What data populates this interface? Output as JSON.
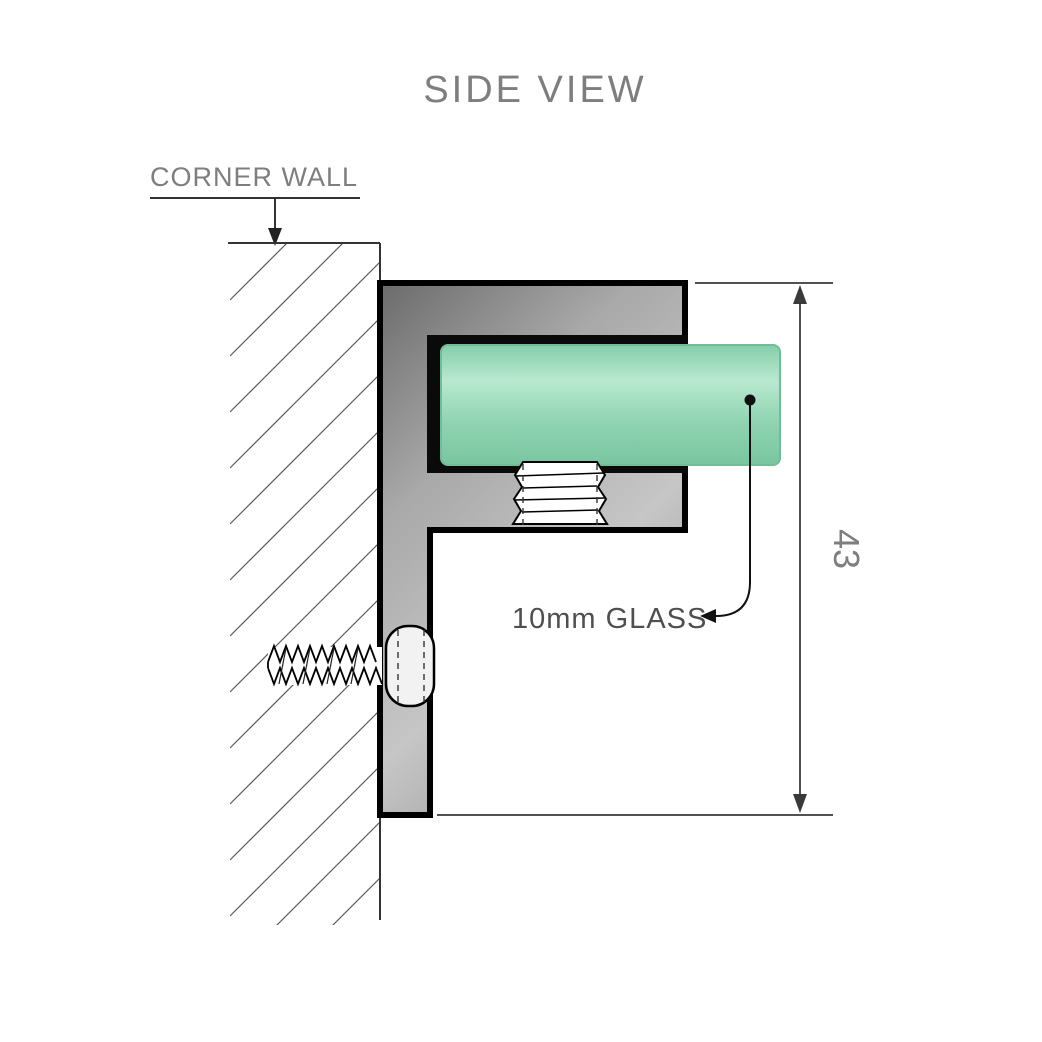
{
  "diagram": {
    "title": "SIDE VIEW",
    "labels": {
      "wall": "CORNER WALL",
      "glass": "10mm GLASS",
      "dimension_height": "43"
    },
    "parts": {
      "wall": "corner wall with section hatching",
      "bracket": "F-shaped metal glass clamp bracket",
      "glass": "10mm glass panel",
      "grub_screw": "grub screw clamping glass",
      "wall_screw": "wall fixing screw"
    },
    "colors": {
      "glass_green": "#8fd3b1",
      "glass_green_light": "#b9e9d0",
      "metal_light": "#c6c6c6",
      "metal_dark": "#6b6b6b",
      "outline_black": "#000000",
      "label_gray": "#7e7e7e",
      "background": "#ffffff"
    }
  }
}
